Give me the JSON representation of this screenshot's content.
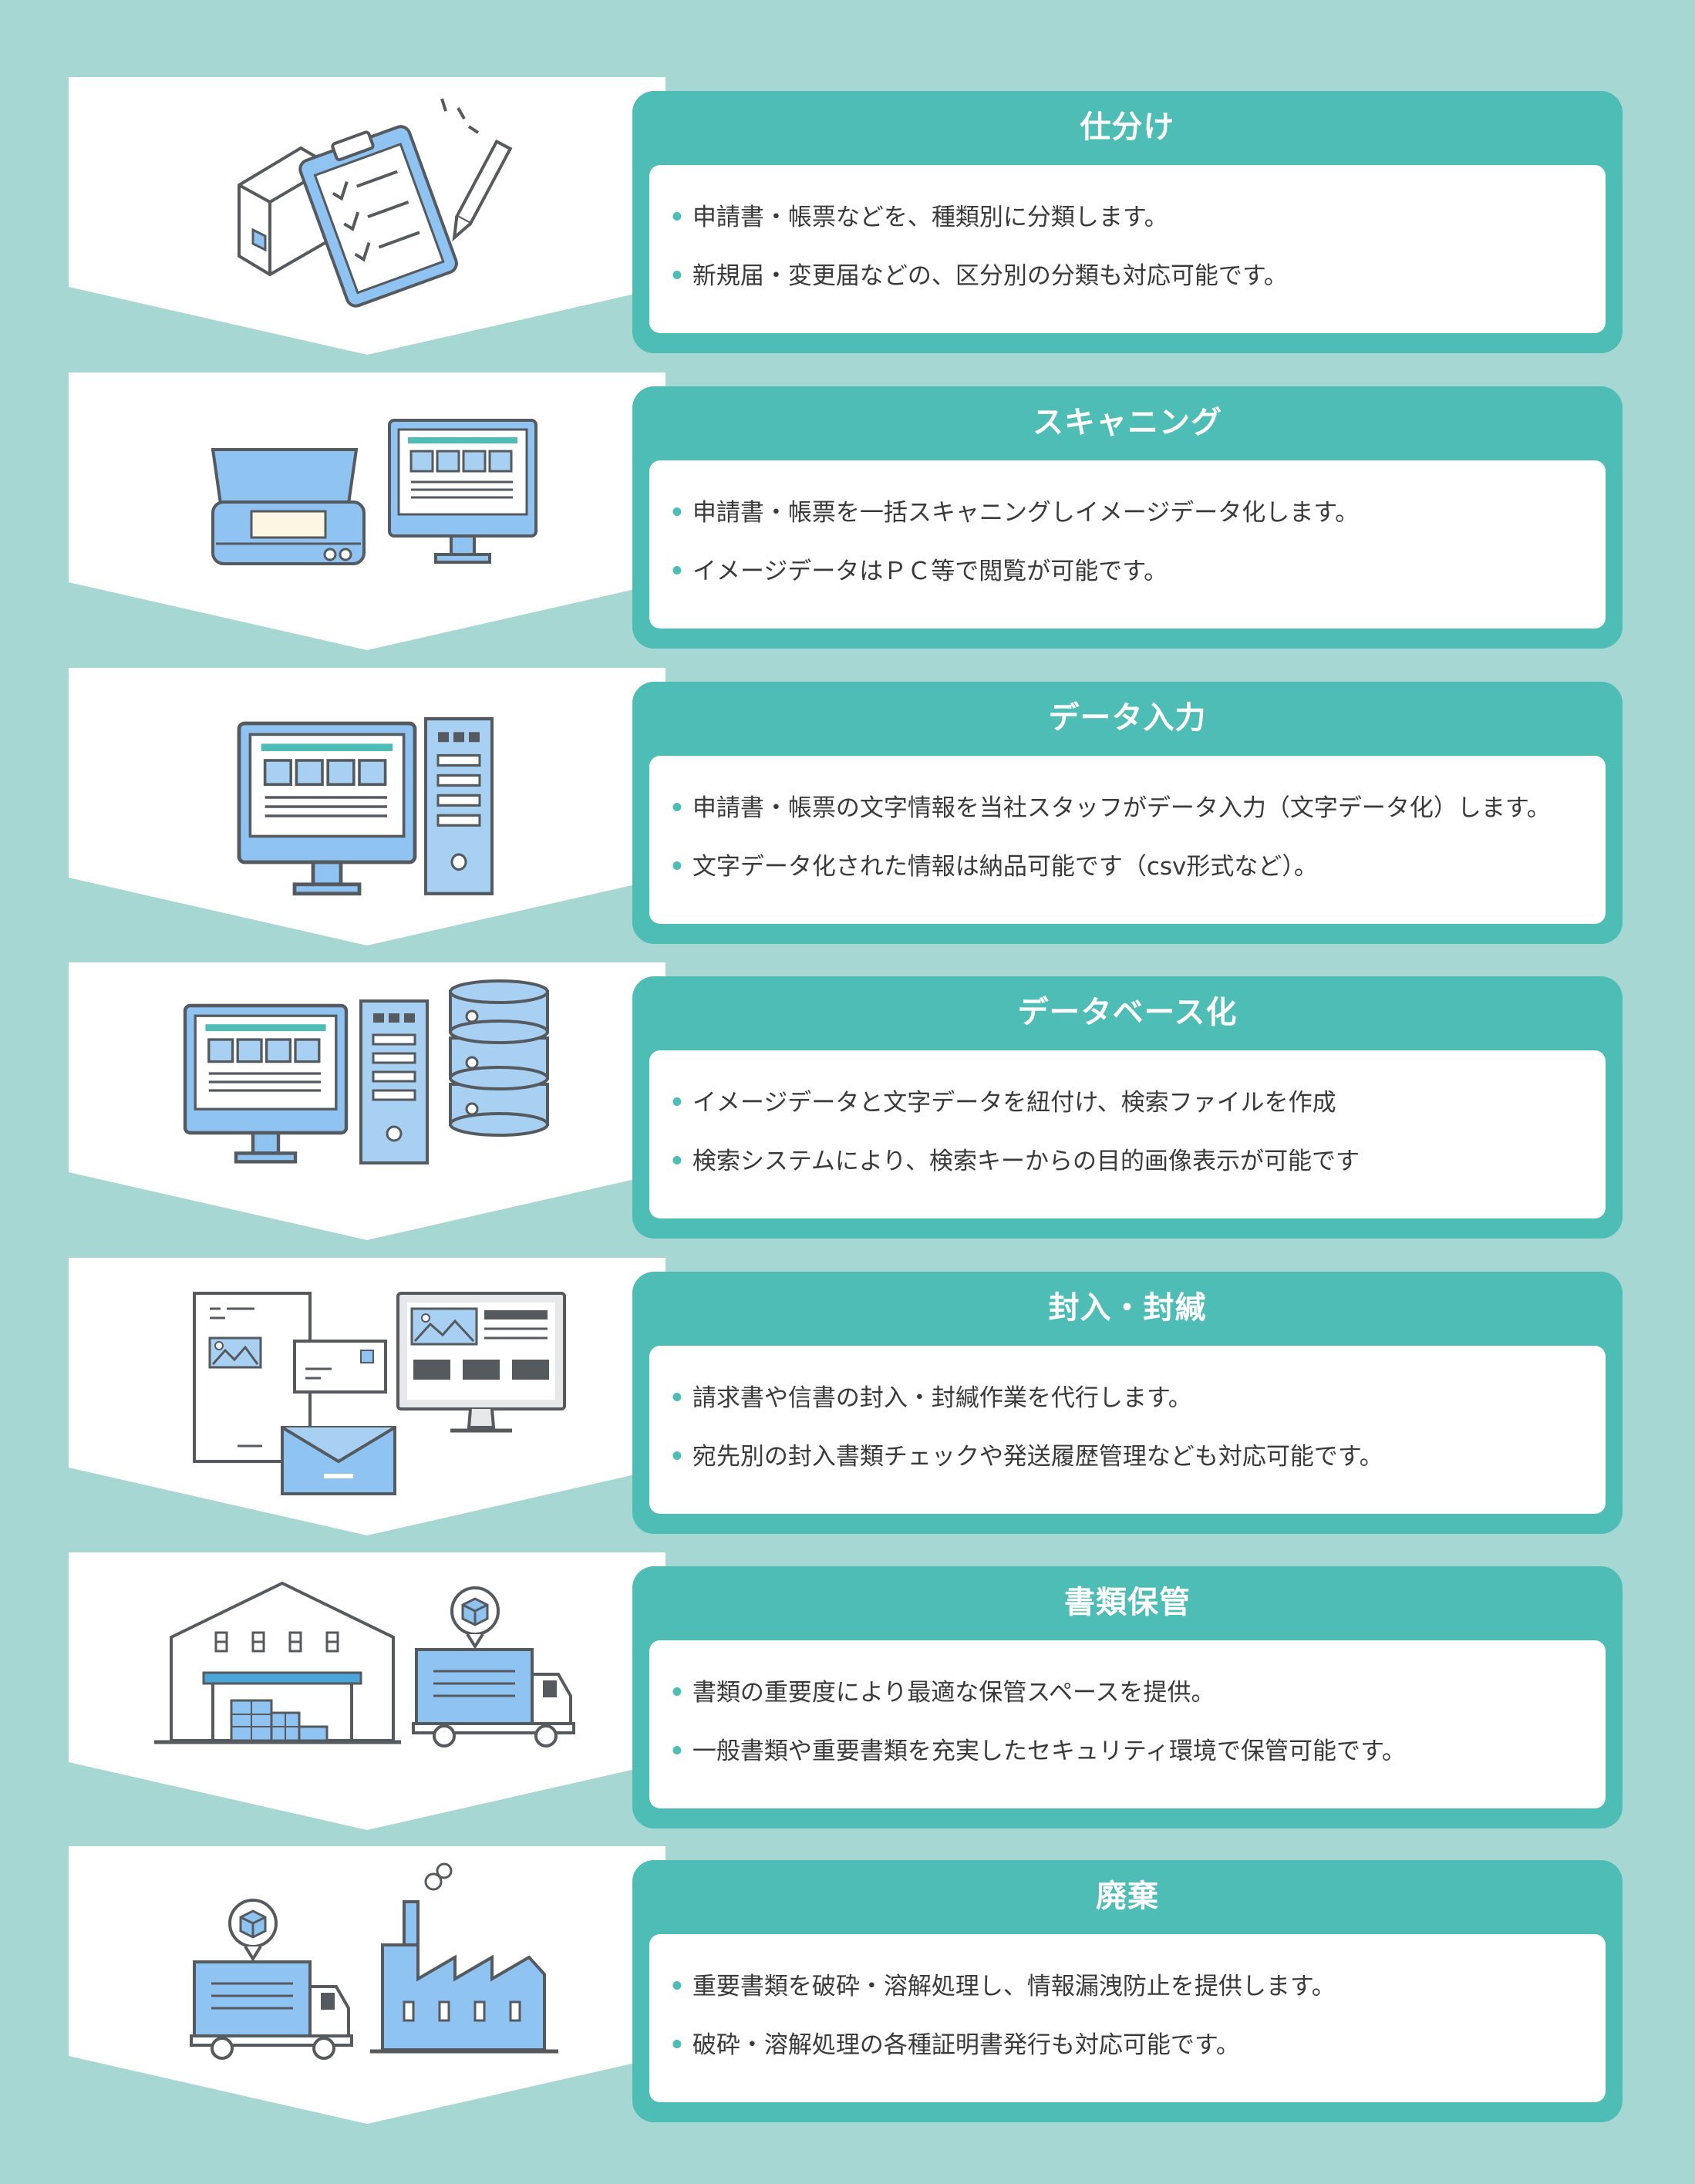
{
  "colors": {
    "background": "#a6d7d2",
    "card": "#4dbdb5",
    "panel": "#ffffff",
    "icon_blue": "#8fc3f2",
    "icon_stroke": "#555a5e"
  },
  "steps": [
    {
      "title": "仕分け",
      "icon": "box-clipboard-icon",
      "items": [
        "申請書・帳票などを、種類別に分類します。",
        "新規届・変更届などの、区分別の分類も対応可能です。"
      ]
    },
    {
      "title": "スキャニング",
      "icon": "scanner-monitor-icon",
      "items": [
        "申請書・帳票を一括スキャニングしイメージデータ化します。",
        "イメージデータはＰＣ等で閲覧が可能です。"
      ]
    },
    {
      "title": "データ入力",
      "icon": "computer-tower-icon",
      "items": [
        "申請書・帳票の文字情報を当社スタッフがデータ入力（文字データ化）します。",
        "文字データ化された情報は納品可能です（csv形式など）。"
      ]
    },
    {
      "title": "データベース化",
      "icon": "database-icon",
      "items": [
        "イメージデータと文字データを紐付け、検索ファイルを作成",
        "検索システムにより、検索キーからの目的画像表示が可能です"
      ]
    },
    {
      "title": "封入・封緘",
      "icon": "envelope-documents-icon",
      "items": [
        "請求書や信書の封入・封緘作業を代行します。",
        "宛先別の封入書類チェックや発送履歴管理なども対応可能です。"
      ]
    },
    {
      "title": "書類保管",
      "icon": "warehouse-truck-icon",
      "items": [
        "書類の重要度により最適な保管スペースを提供。",
        "一般書類や重要書類を充実したセキュリティ環境で保管可能です。"
      ]
    },
    {
      "title": "廃棄",
      "icon": "truck-factory-icon",
      "items": [
        "重要書類を破砕・溶解処理し、情報漏洩防止を提供します。",
        "破砕・溶解処理の各種証明書発行も対応可能です。"
      ]
    }
  ]
}
